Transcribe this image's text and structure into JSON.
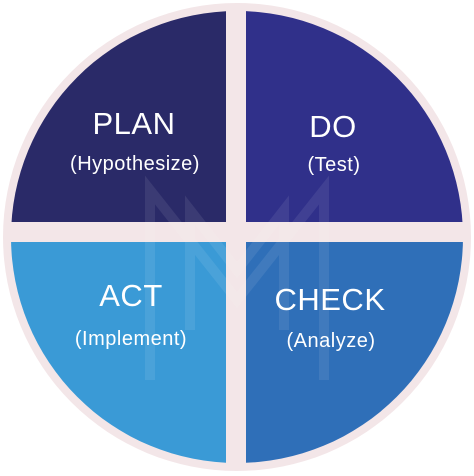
{
  "cycle": {
    "quadrants": [
      {
        "id": "plan",
        "title": "PLAN",
        "subtitle": "(Hypothesize)",
        "color": "#2a2a68"
      },
      {
        "id": "do",
        "title": "DO",
        "subtitle": "(Test)",
        "color": "#30308a"
      },
      {
        "id": "act",
        "title": "ACT",
        "subtitle": "(Implement)",
        "color": "#3a9ad6"
      },
      {
        "id": "check",
        "title": "CHECK",
        "subtitle": "(Analyze)",
        "color": "#2f6fb8"
      }
    ],
    "background_color": "#ffffff",
    "watermark_color": "#f3e6e8"
  }
}
